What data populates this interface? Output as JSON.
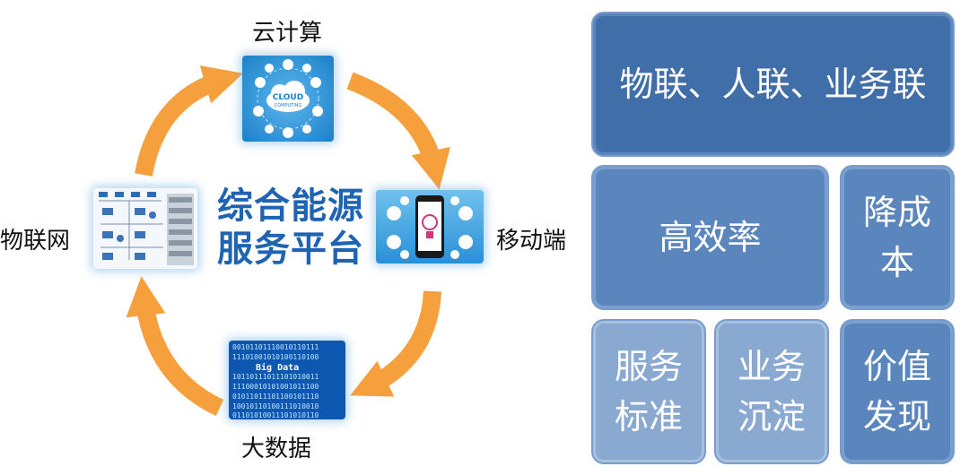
{
  "cycle": {
    "top": "云计算",
    "right": "移动端",
    "bottom": "大数据",
    "left": "物联网",
    "center_line1": "综合能源",
    "center_line2": "服务平台"
  },
  "icons": {
    "cloud": "CLOUD",
    "cloud_sub": "COMPUTING",
    "bigdata_caption": "Big Data"
  },
  "panels": {
    "top": "物联、人联、业务联",
    "efficiency": "高效率",
    "cost": "降成本",
    "service": "服务标准",
    "business": "业务沉淀",
    "value": "价值发现"
  },
  "colors": {
    "arrow": "#f5a03d",
    "title_blue": "#1f63b3",
    "box_dark": "#3f6ea8",
    "box_mid": "#5b86bd",
    "box_light": "#8aa9d1"
  }
}
